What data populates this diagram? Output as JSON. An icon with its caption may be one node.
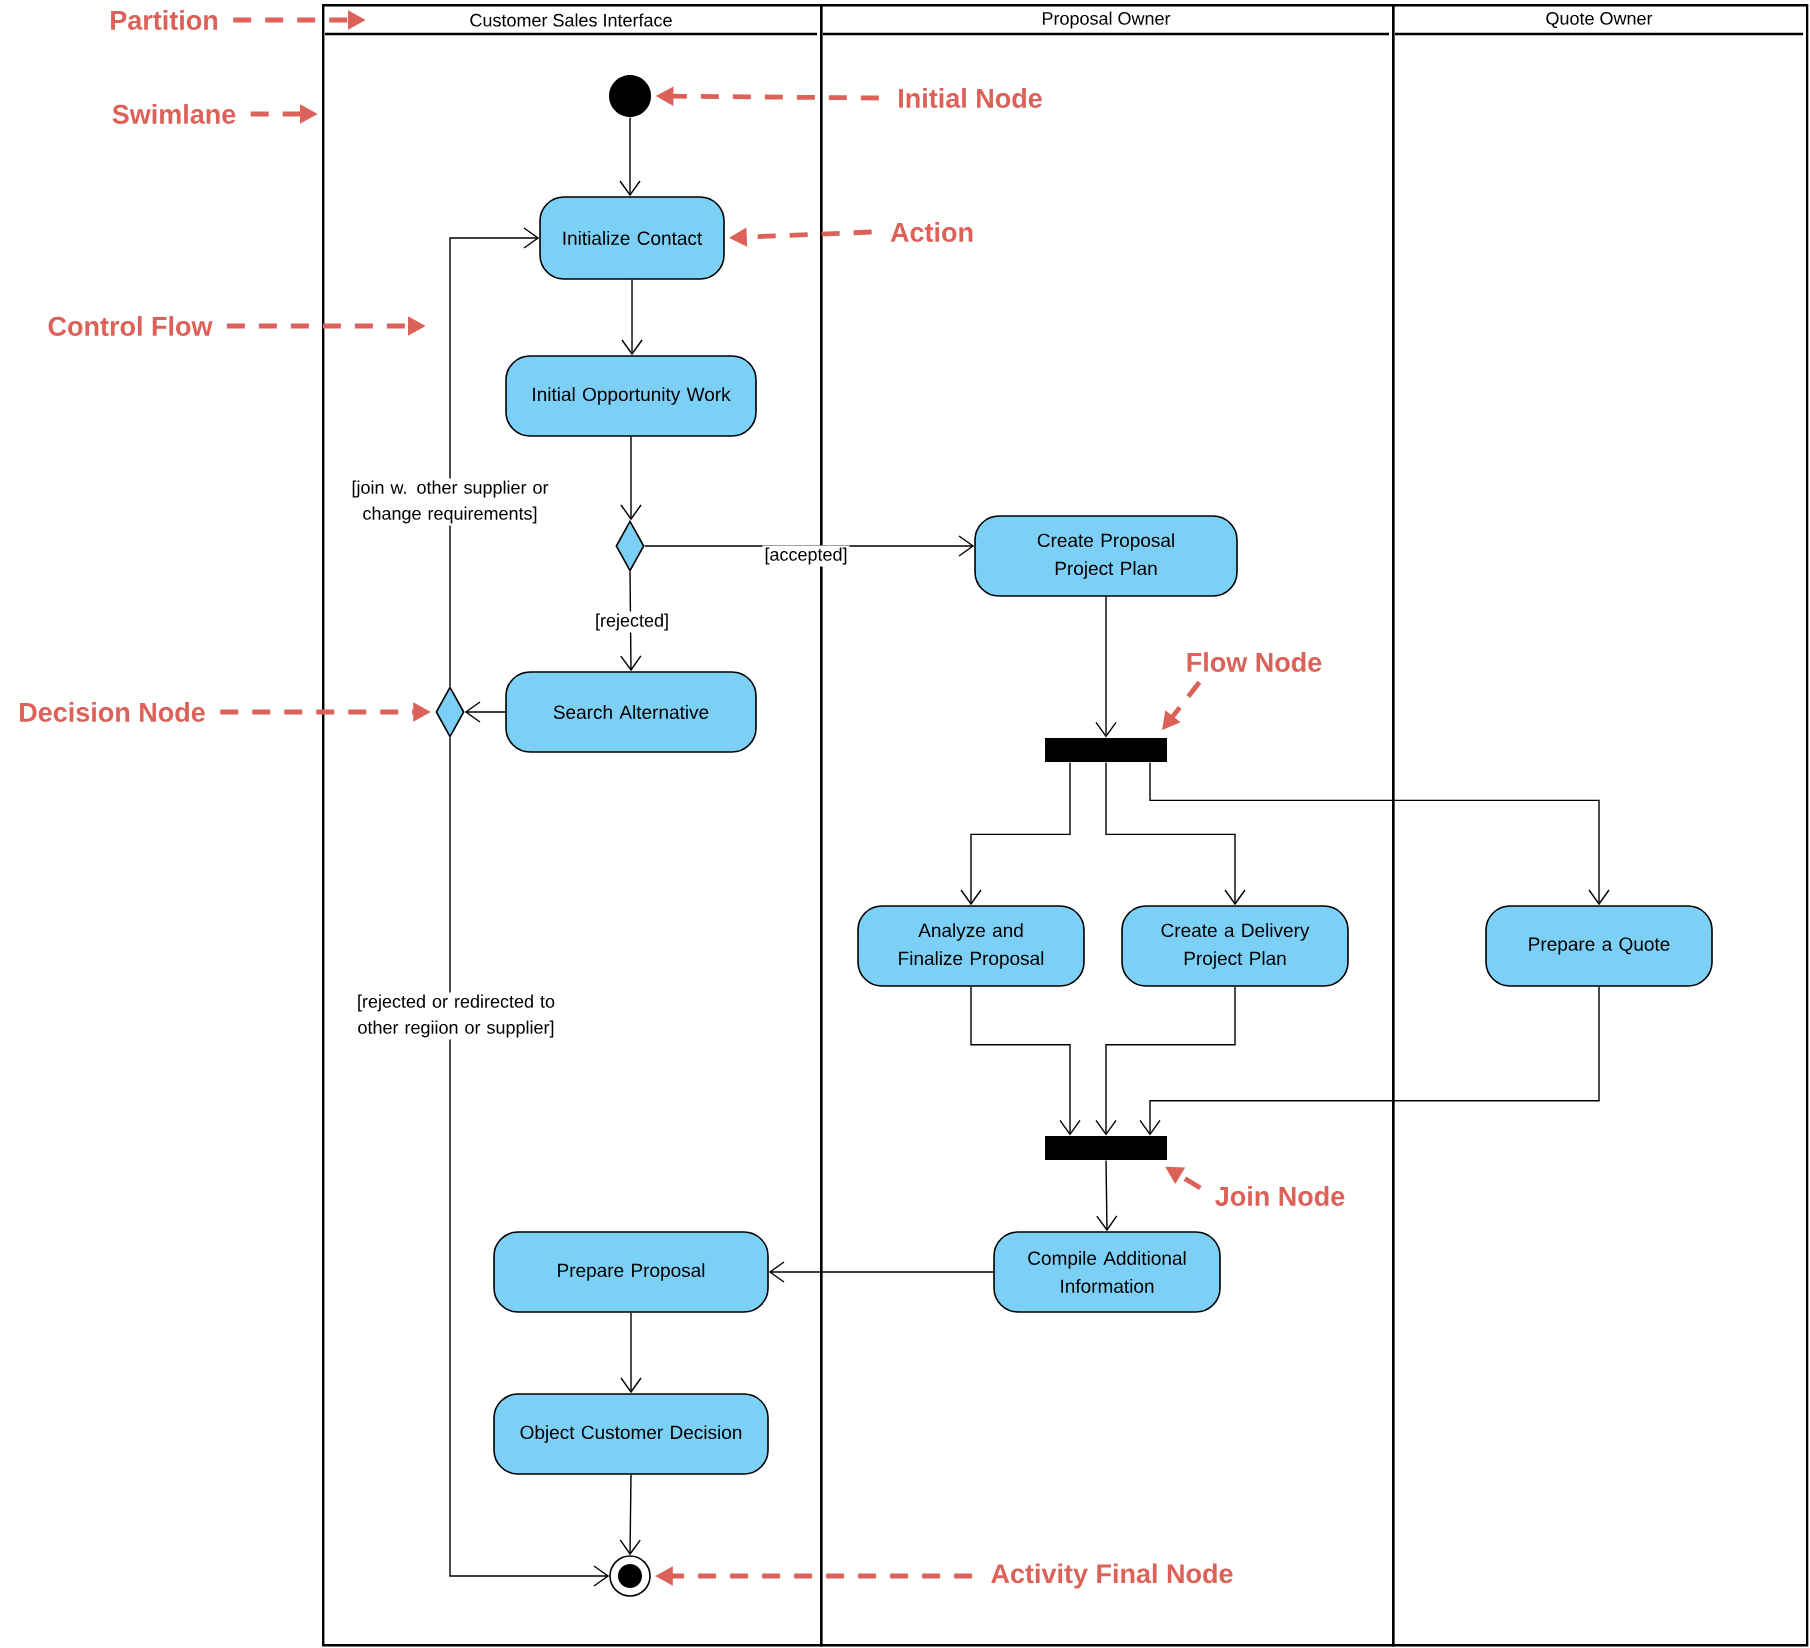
{
  "diagram": {
    "nodes": [
      {
        "text": [
          "Customer Sales Interface"
        ]
      },
      {
        "text": [
          "Proposal Owner"
        ]
      },
      {
        "text": [
          "Quote Owner"
        ]
      },
      {
        "text": [],
        "shape": "circle",
        "in": 0
      },
      {
        "text": [
          "Initialize Contact"
        ],
        "in": 0
      },
      {
        "text": [
          "Initial Opportunity Work"
        ],
        "in": 0
      },
      {
        "text": [],
        "shape": "diamond",
        "in": 0
      },
      {
        "text": [
          "Create Proposal Project Plan"
        ],
        "in": 1
      },
      {
        "text": [
          "Search Alternative"
        ],
        "in": 0
      },
      {
        "text": [],
        "shape": "diamond",
        "in": 0
      },
      {
        "text": [],
        "shape": "bar",
        "in": 1
      },
      {
        "text": [
          "Analyze and Finalize Proposal"
        ],
        "in": 1
      },
      {
        "text": [
          "Create a Delivery Project Plan"
        ],
        "in": 1
      },
      {
        "text": [
          "Prepare a Quote"
        ],
        "in": 2
      },
      {
        "text": [],
        "shape": "bar",
        "in": 1
      },
      {
        "text": [
          "Compile Additional Information"
        ],
        "in": 1
      },
      {
        "text": [
          "Prepare Proposal"
        ],
        "in": 0
      },
      {
        "text": [
          "Object Customer Decision"
        ],
        "in": 0
      },
      {
        "text": [],
        "shape": "bullseye",
        "in": 0
      },
      {
        "text": [
          "Partition"
        ]
      },
      {
        "text": [
          "Swimlane"
        ]
      },
      {
        "text": [
          "Initial Node"
        ],
        "in": 1
      },
      {
        "text": [
          "Action"
        ],
        "in": 1
      },
      {
        "text": [
          "Control Flow"
        ]
      },
      {
        "text": [
          "Decision Node"
        ]
      },
      {
        "text": [
          "Flow Node"
        ],
        "in": 1
      },
      {
        "text": [
          "Join Node"
        ],
        "in": 1
      },
      {
        "text": [
          "Activity Final Node"
        ],
        "in": 1
      }
    ],
    "edges": [
      {
        "from": 3,
        "to": 4,
        "arrow": "to"
      },
      {
        "from": 4,
        "to": 5,
        "arrow": "to"
      },
      {
        "from": 5,
        "to": 6,
        "arrow": "to"
      },
      {
        "from": 6,
        "to": 7,
        "arrow": "to",
        "label": "[accepted]"
      },
      {
        "from": 6,
        "to": 8,
        "arrow": "to",
        "label": "[rejected]"
      },
      {
        "from": 8,
        "to": 9,
        "arrow": "to"
      },
      {
        "from": 9,
        "to": 4,
        "arrow": "to",
        "label": "[join w. other supplier or change requirements]"
      },
      {
        "from": 9,
        "to": 18,
        "arrow": "to",
        "label": "[rejected or redirected to other regiion or supplier]"
      },
      {
        "from": 7,
        "to": 10,
        "arrow": "to"
      },
      {
        "from": 10,
        "to": 11,
        "arrow": "to"
      },
      {
        "from": 10,
        "to": 12,
        "arrow": "to"
      },
      {
        "from": 10,
        "to": 13,
        "arrow": "to"
      },
      {
        "from": 11,
        "to": 14,
        "arrow": "to"
      },
      {
        "from": 12,
        "to": 14,
        "arrow": "to"
      },
      {
        "from": 13,
        "to": 14,
        "arrow": "to"
      },
      {
        "from": 14,
        "to": 15,
        "arrow": "to"
      },
      {
        "from": 15,
        "to": 16,
        "arrow": "to"
      },
      {
        "from": 16,
        "to": 17,
        "arrow": "to"
      },
      {
        "from": 17,
        "to": 18,
        "arrow": "to"
      },
      {
        "from": 19,
        "to": 0,
        "arrow": "to",
        "style": "dashed",
        "color": "#dc6259"
      },
      {
        "from": 20,
        "to": 0,
        "arrow": "to",
        "style": "dashed",
        "color": "#dc6259"
      },
      {
        "from": 21,
        "to": 3,
        "arrow": "to",
        "style": "dashed",
        "color": "#dc6259"
      },
      {
        "from": 22,
        "to": 4,
        "arrow": "to",
        "style": "dashed",
        "color": "#dc6259"
      },
      {
        "from": 23,
        "to": null,
        "arrow": "to",
        "style": "dashed",
        "color": "#dc6259"
      },
      {
        "from": 24,
        "to": 9,
        "arrow": "to",
        "style": "dashed",
        "color": "#dc6259"
      },
      {
        "from": 25,
        "to": 10,
        "arrow": "to",
        "style": "dashed",
        "color": "#dc6259"
      },
      {
        "from": 26,
        "to": 14,
        "arrow": "to",
        "style": "dashed",
        "color": "#dc6259"
      },
      {
        "from": 27,
        "to": 18,
        "arrow": "to",
        "style": "dashed",
        "color": "#dc6259"
      }
    ]
  }
}
